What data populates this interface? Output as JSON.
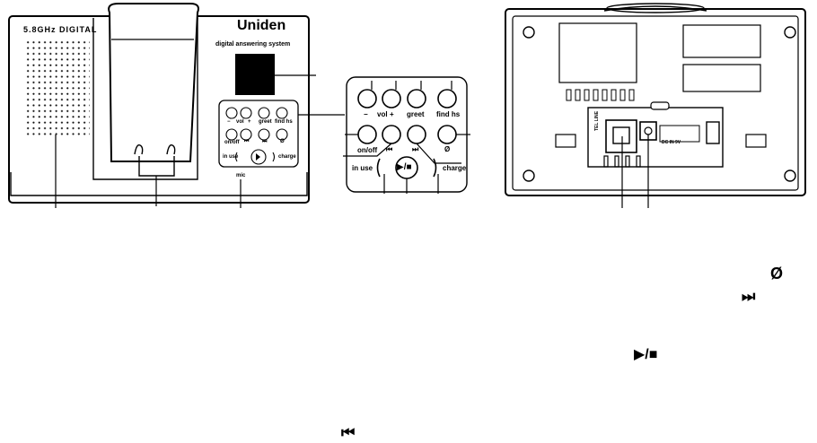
{
  "front": {
    "brand_tag": "5.8GHz DIGITAL",
    "logo": "Uniden",
    "subtitle": "digital answering system",
    "mic_label": "mic",
    "small_panel": {
      "row1_labels": [
        "−",
        "vol",
        "+",
        "greet",
        "find hs"
      ],
      "row2_labels": [
        "on/off",
        "⏮",
        "⏭",
        "Ø"
      ],
      "row3_labels": [
        "in use",
        "charge"
      ]
    }
  },
  "zoom_panel": {
    "vol_minus": "−",
    "vol": "vol",
    "vol_plus": "+",
    "greet": "greet",
    "find_hs": "find hs",
    "on_off": "on/off",
    "skip_back": "⏮",
    "skip_forward": "⏭",
    "delete": "Ø",
    "in_use": "in use",
    "play_stop": "▶/■",
    "charge": "charge"
  },
  "back": {
    "tel_line": "TEL LINE",
    "dc_in": "DC IN 9V"
  },
  "legend_symbols": {
    "delete": "Ø",
    "skip_forward": "⏭",
    "play_stop": "▶/■",
    "skip_back": "⏮"
  }
}
